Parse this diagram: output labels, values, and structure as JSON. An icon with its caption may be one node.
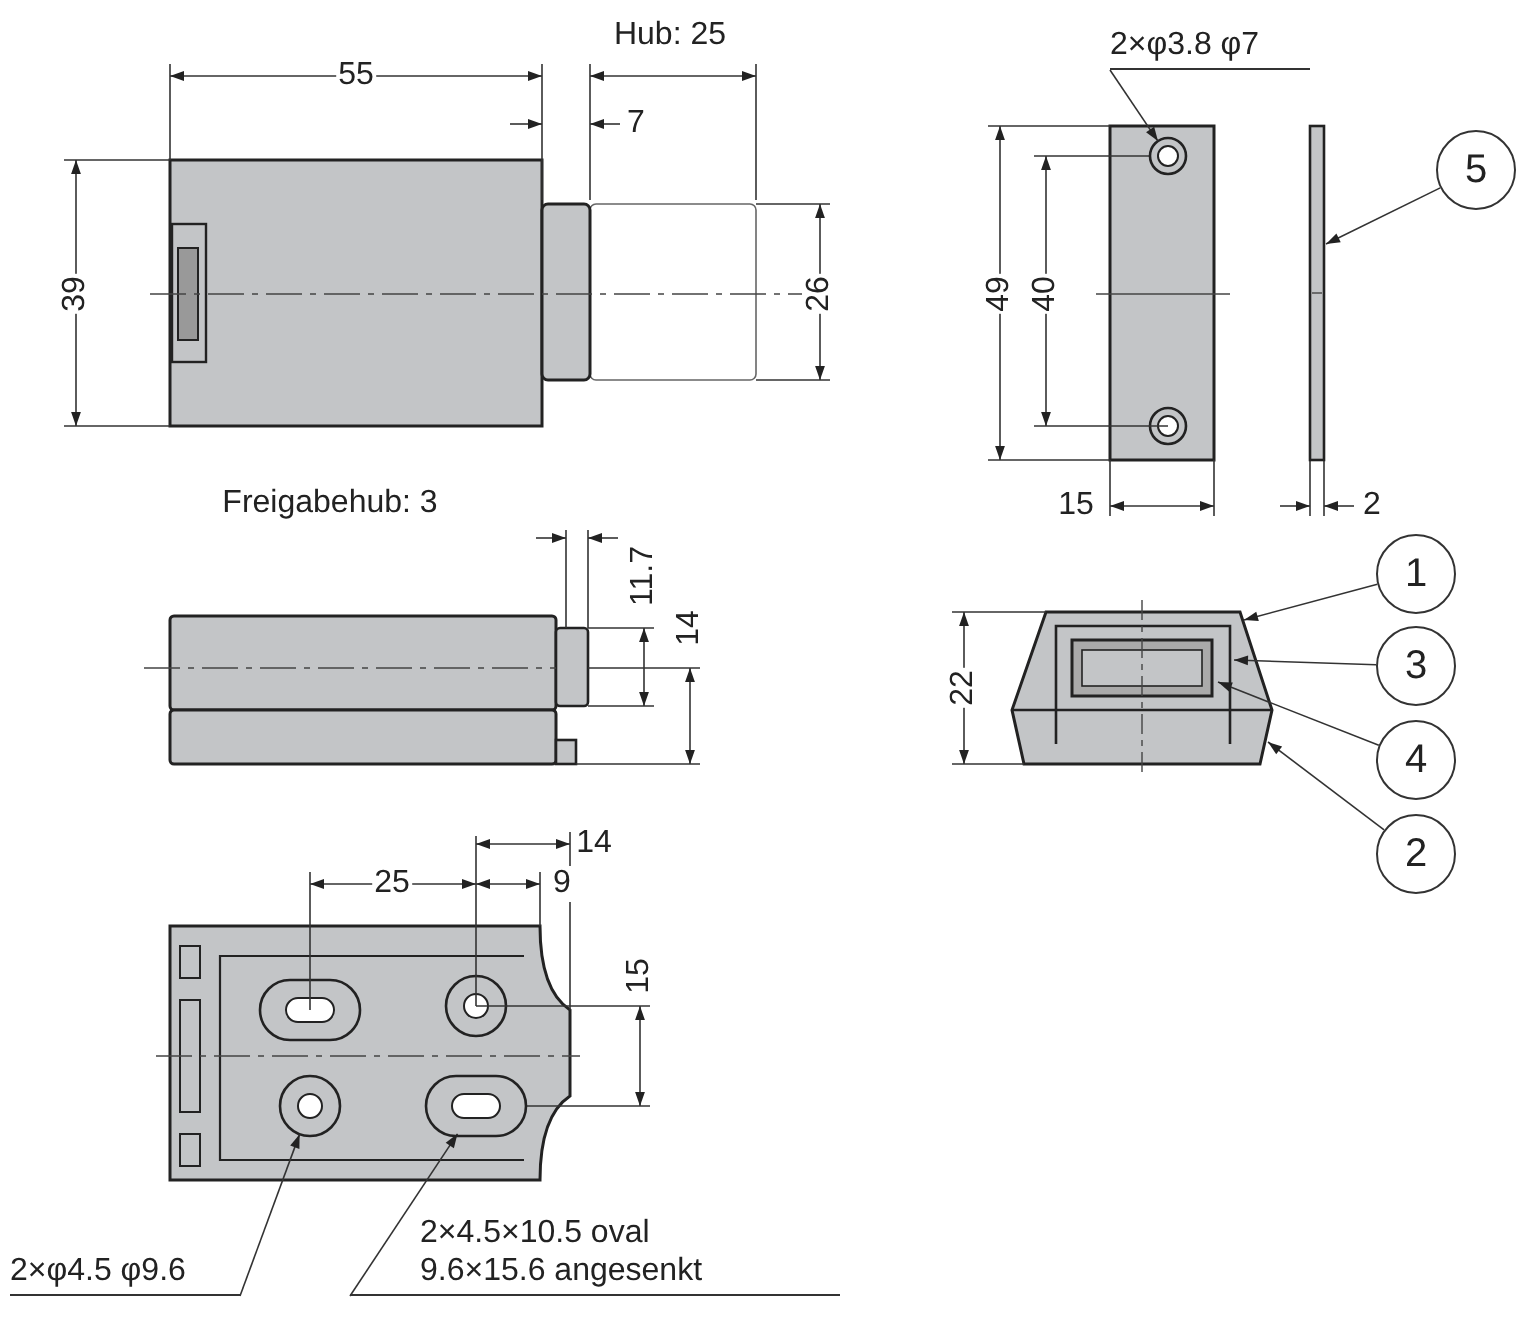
{
  "diagram": {
    "nodes": [
      {
        "text": [
          "5"
        ]
      },
      {
        "text": [
          "1"
        ]
      },
      {
        "text": [
          "3"
        ]
      },
      {
        "text": [
          "4"
        ]
      },
      {
        "text": [
          "2"
        ]
      },
      {
        "text": [
          "2×φ3.8  φ7"
        ]
      },
      {
        "text": [
          "2×φ4.5  φ9.6"
        ]
      },
      {
        "text": [
          "2×4.5×10.5 oval 9.6×15.6 angesenkt"
        ]
      },
      {
        "text": [],
        "shape": "circle"
      },
      {
        "text": [],
        "shape": "circle"
      },
      {
        "text": [],
        "shape": "oval"
      },
      {
        "text": [],
        "shape": "bar"
      }
    ],
    "edges": [
      {
        "from": 0,
        "to": 11,
        "arrow": "to"
      },
      {
        "from": 1,
        "to": null,
        "arrow": "to"
      },
      {
        "from": 2,
        "to": null,
        "arrow": "to"
      },
      {
        "from": 3,
        "to": null,
        "arrow": "to"
      },
      {
        "from": 4,
        "to": null,
        "arrow": "to"
      },
      {
        "from": 5,
        "to": 8,
        "arrow": "to"
      },
      {
        "from": 6,
        "to": 9,
        "arrow": "to"
      },
      {
        "from": 7,
        "to": 10,
        "arrow": "to"
      }
    ],
    "labels": [
      "Hub: 25",
      "55",
      "7",
      "39",
      "26",
      "49",
      "40",
      "15",
      "2",
      "Freigabehub: 3",
      "11.7",
      "14",
      "22",
      "14",
      "25",
      "9",
      "15"
    ]
  }
}
